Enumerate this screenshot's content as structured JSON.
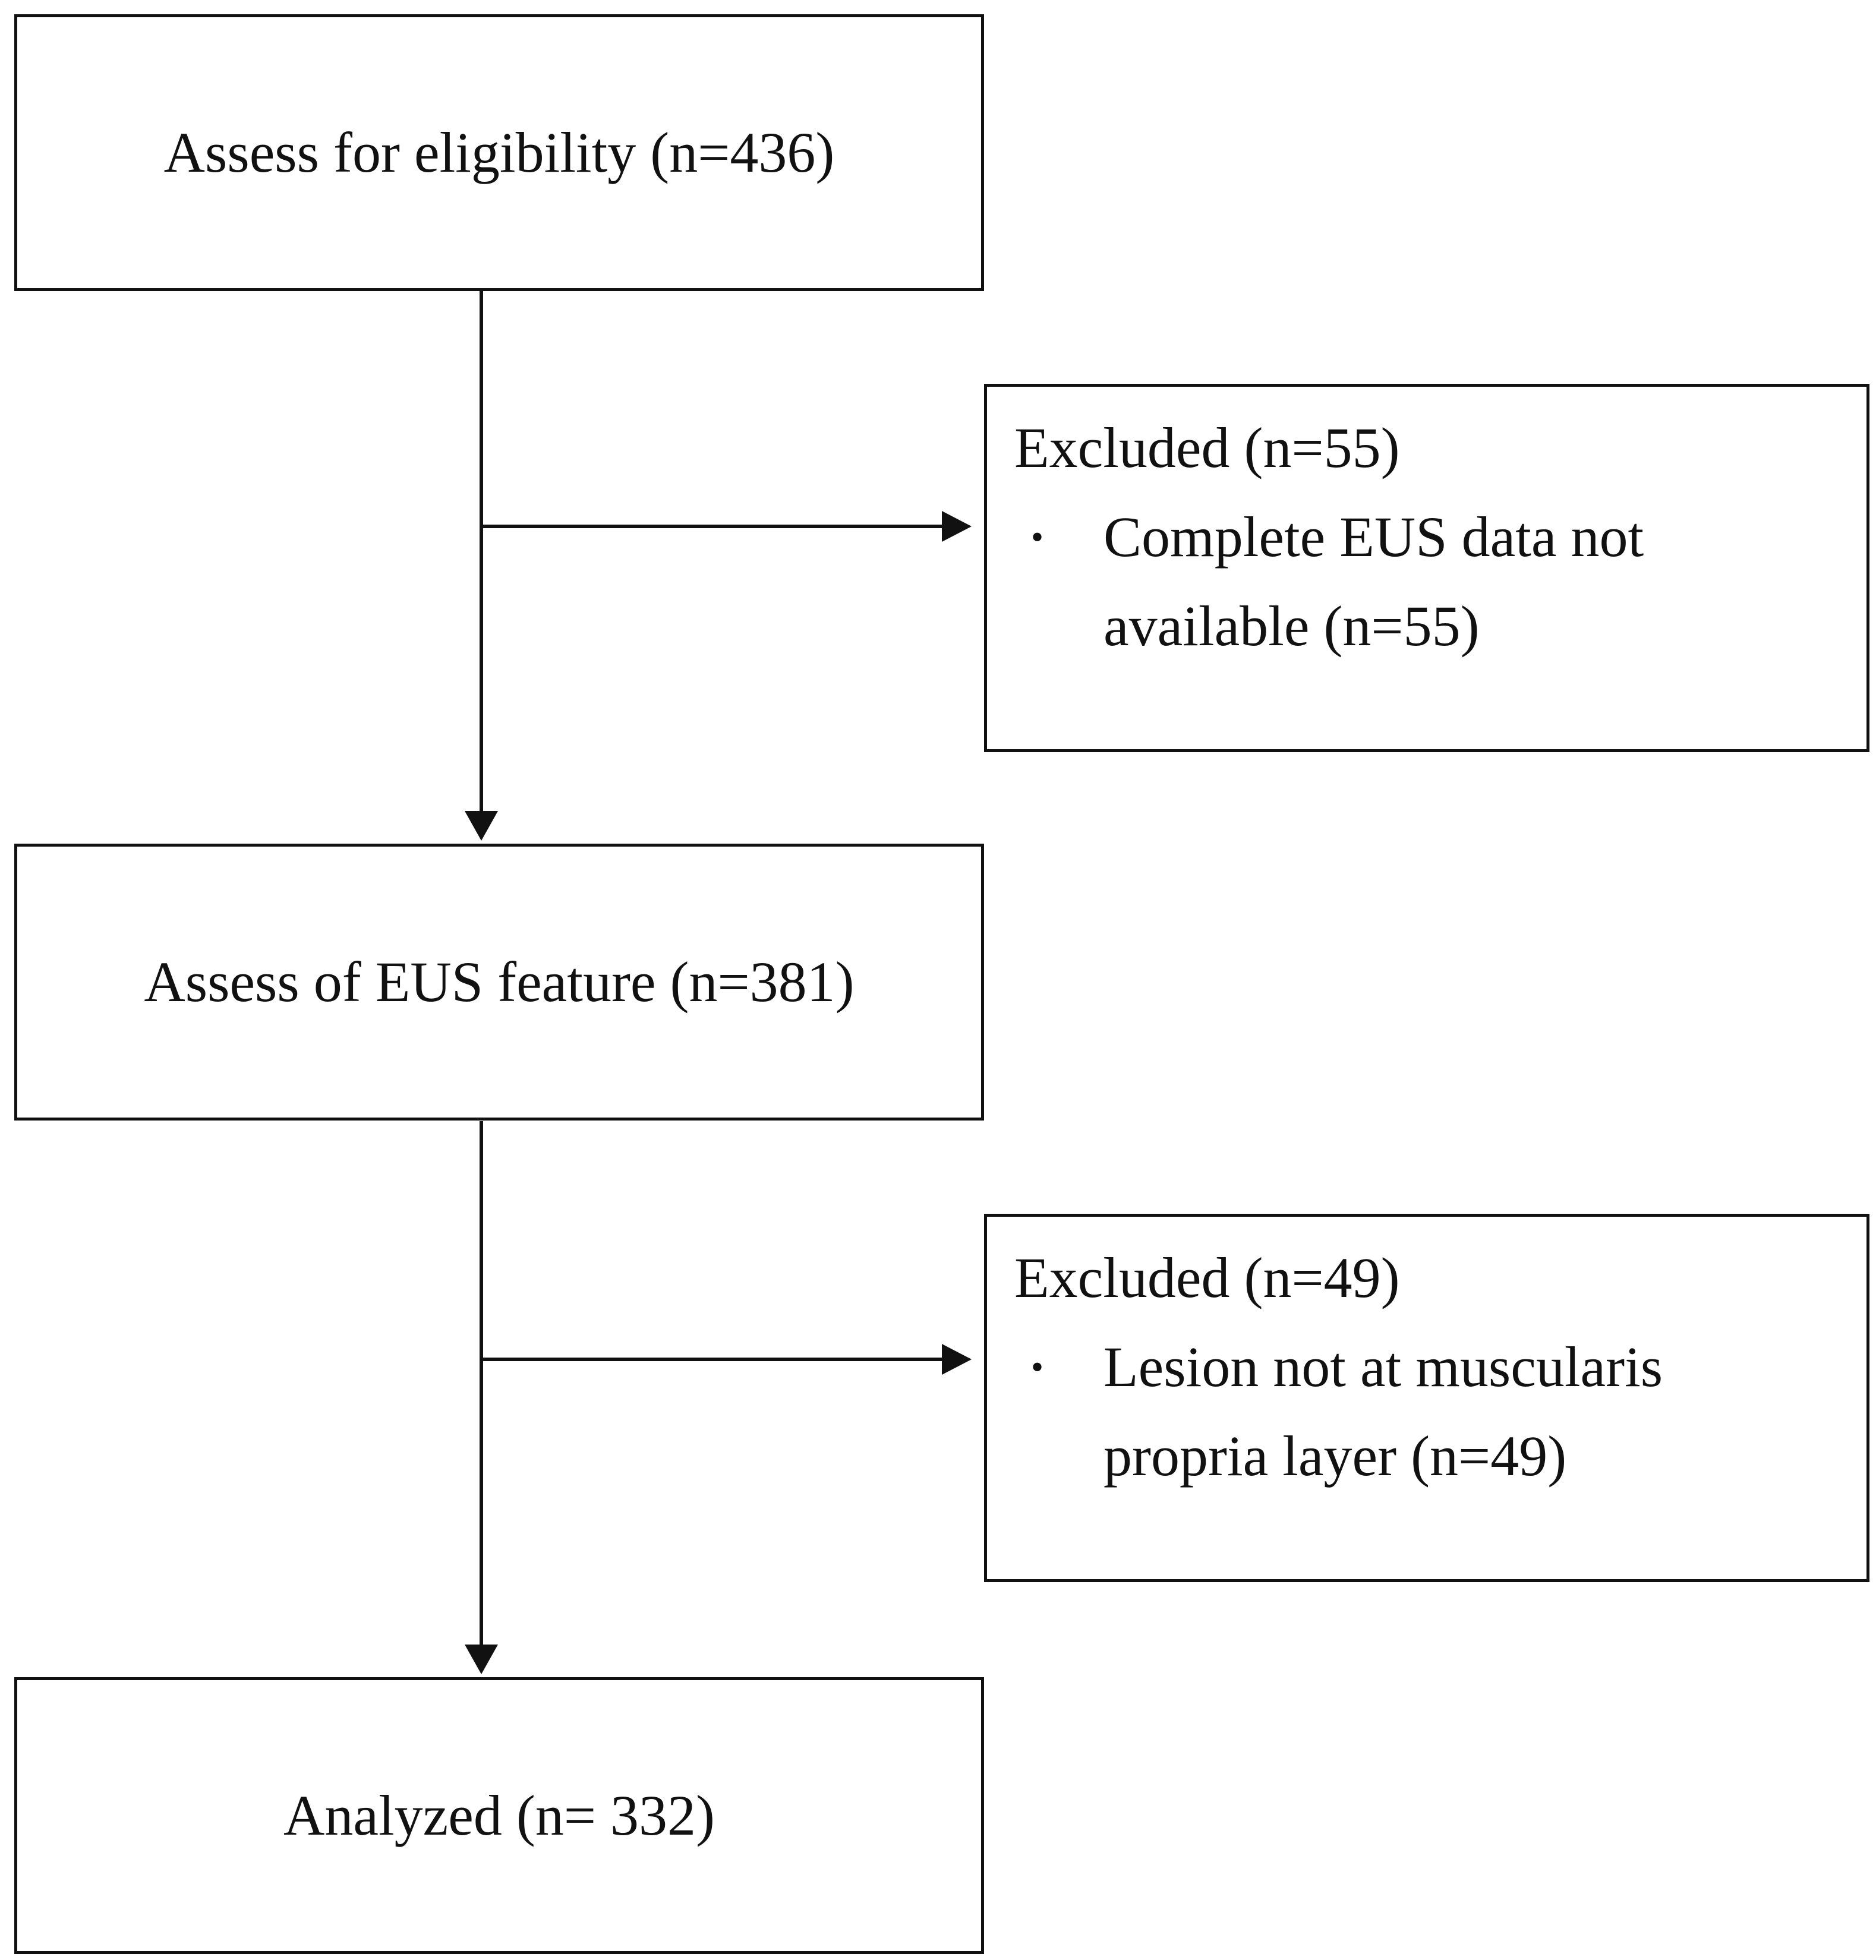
{
  "boxes": {
    "eligibility": "Assess for eligibility (n=436)",
    "eus_feature": "Assess of EUS feature (n=381)",
    "analyzed": "Analyzed (n= 332)"
  },
  "exclusions": [
    {
      "title": "Excluded (n=55)",
      "bullet": "•",
      "reason": "Complete EUS data not available (n=55)"
    },
    {
      "title": "Excluded (n=49)",
      "bullet": "•",
      "reason": "Lesion not at muscularis propria layer (n=49)"
    }
  ],
  "colors": {
    "line": "#111111",
    "background": "#ffffff"
  }
}
